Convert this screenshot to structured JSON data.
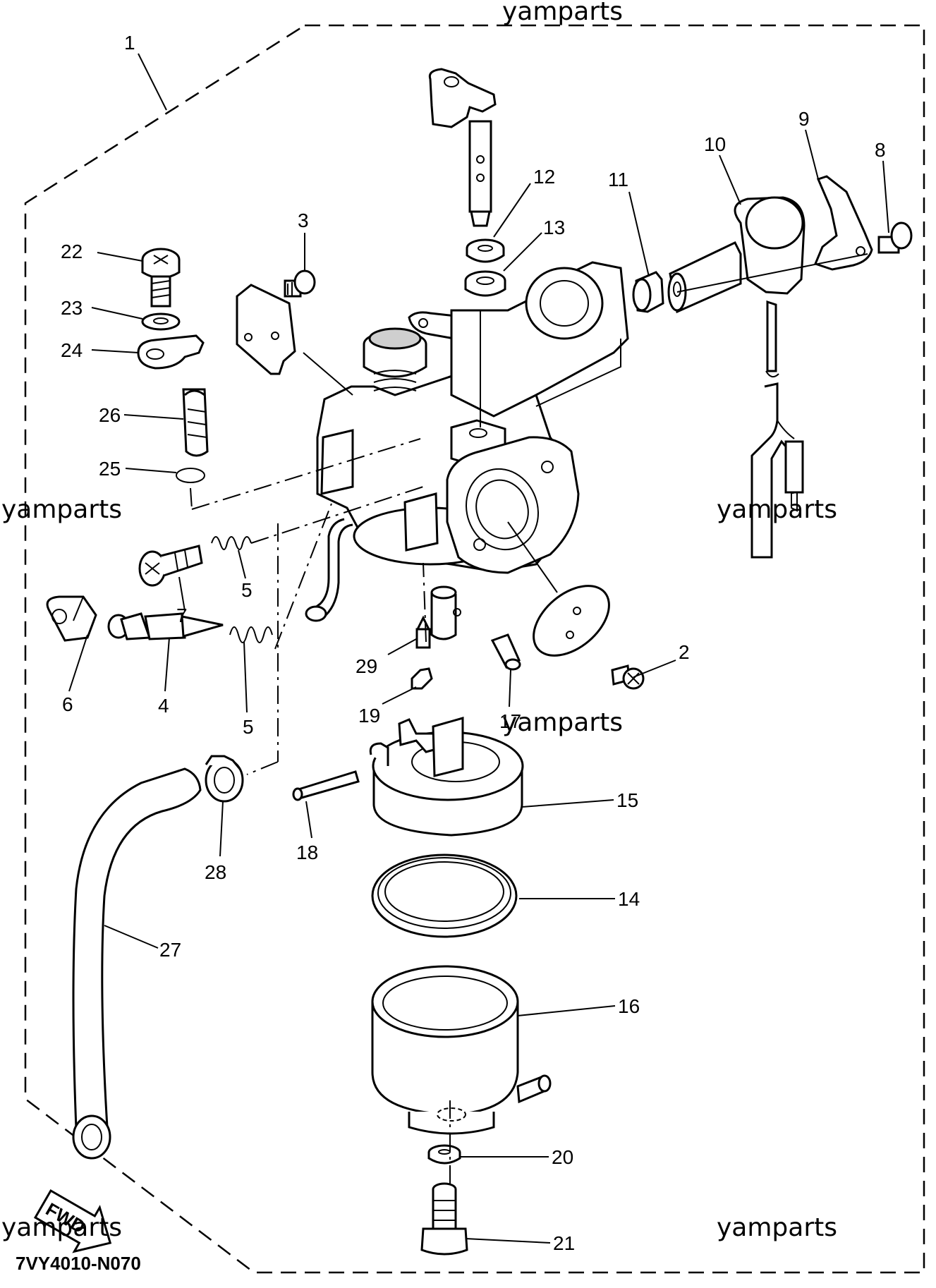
{
  "diagram": {
    "code": "7VY4010-N070",
    "watermark": "yamparts",
    "direction_badge": "FWD",
    "callouts": {
      "c1": "1",
      "c2": "2",
      "c3": "3",
      "c4": "4",
      "c5a": "5",
      "c5b": "5",
      "c6": "6",
      "c7": "7",
      "c8": "8",
      "c9": "9",
      "c10": "10",
      "c11": "11",
      "c12": "12",
      "c13": "13",
      "c14": "14",
      "c15": "15",
      "c16": "16",
      "c17": "17",
      "c18": "18",
      "c19": "19",
      "c20": "20",
      "c21": "21",
      "c22": "22",
      "c23": "23",
      "c24": "24",
      "c25": "25",
      "c26": "26",
      "c27": "27",
      "c28": "28",
      "c29": "29"
    }
  }
}
